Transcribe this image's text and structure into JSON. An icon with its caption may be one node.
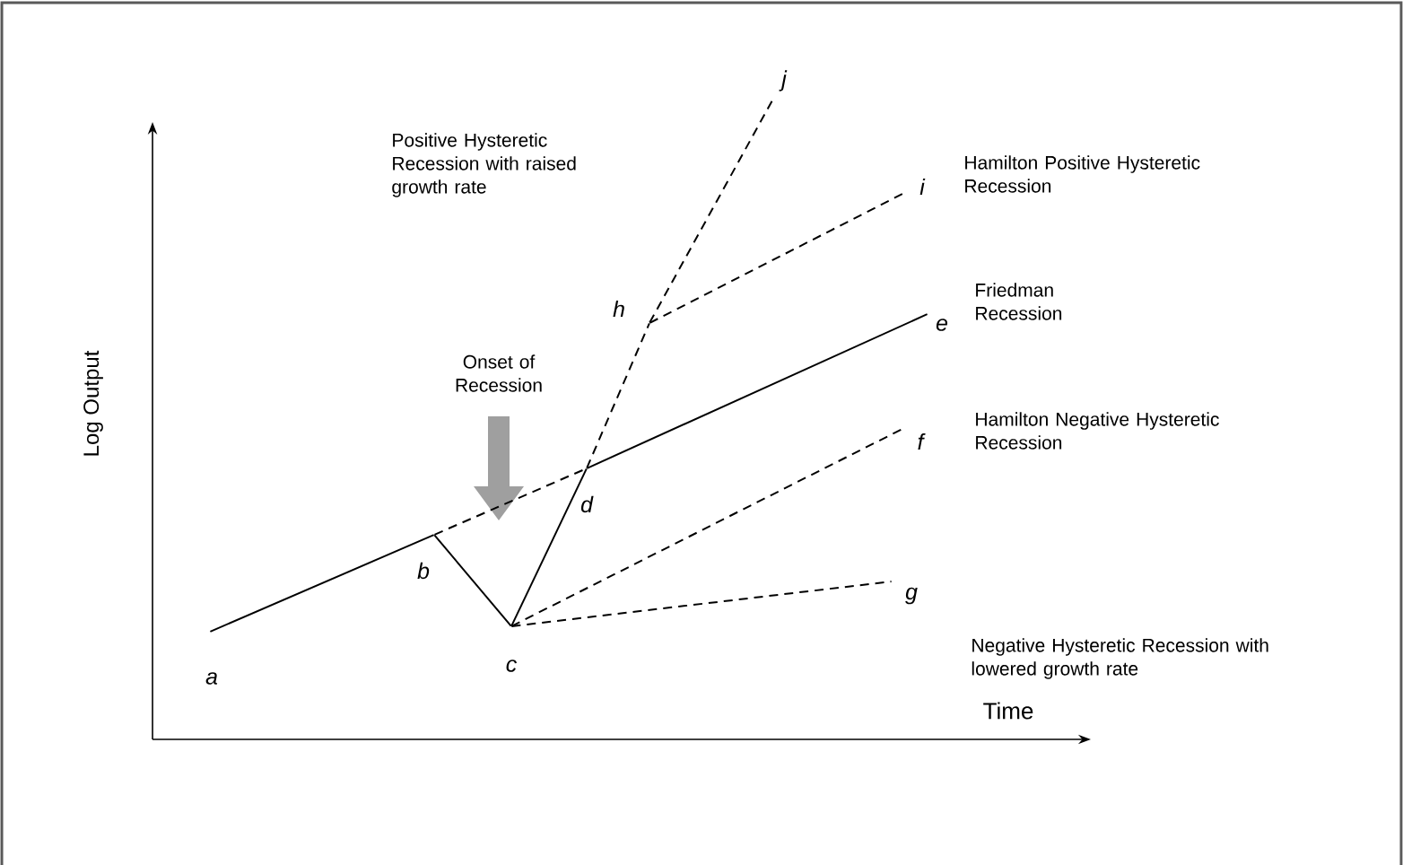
{
  "diagram": {
    "nodes": [
      {
        "text": [
          "a"
        ]
      },
      {
        "text": [
          "b"
        ]
      },
      {
        "text": [
          "c"
        ]
      },
      {
        "text": [
          "d"
        ]
      },
      {
        "text": [
          "e"
        ],
        "beside": [
          "Friedman Recession"
        ]
      },
      {
        "text": [
          "f"
        ],
        "beside": [
          "Hamilton Negative Hysteretic Recession"
        ]
      },
      {
        "text": [
          "g"
        ],
        "beside": [
          "Negative Hysteretic Recession with lowered growth rate"
        ]
      },
      {
        "text": [
          "h"
        ]
      },
      {
        "text": [
          "i"
        ],
        "beside": [
          "Hamilton Positive Hysteretic Recession"
        ]
      },
      {
        "text": [
          "j"
        ],
        "beside": [
          "Positive Hysteretic Recession with raised growth rate"
        ]
      }
    ],
    "edges": [
      {
        "from": 0,
        "to": 1,
        "arrow": "none"
      },
      {
        "from": 1,
        "to": 2,
        "arrow": "none"
      },
      {
        "from": 2,
        "to": 3,
        "arrow": "none"
      },
      {
        "from": 1,
        "to": 3,
        "arrow": "none",
        "style": "dashed"
      },
      {
        "from": 3,
        "to": 4,
        "arrow": "none"
      },
      {
        "from": 3,
        "to": 7,
        "arrow": "none",
        "style": "dashed"
      },
      {
        "from": 7,
        "to": 9,
        "arrow": "none",
        "style": "dashed"
      },
      {
        "from": 7,
        "to": 8,
        "arrow": "none",
        "style": "dashed"
      },
      {
        "from": 2,
        "to": 5,
        "arrow": "none",
        "style": "dashed"
      },
      {
        "from": 2,
        "to": 6,
        "arrow": "none",
        "style": "dashed"
      }
    ],
    "labels": [
      "Onset of Recession",
      "Log Output",
      "Time"
    ]
  }
}
